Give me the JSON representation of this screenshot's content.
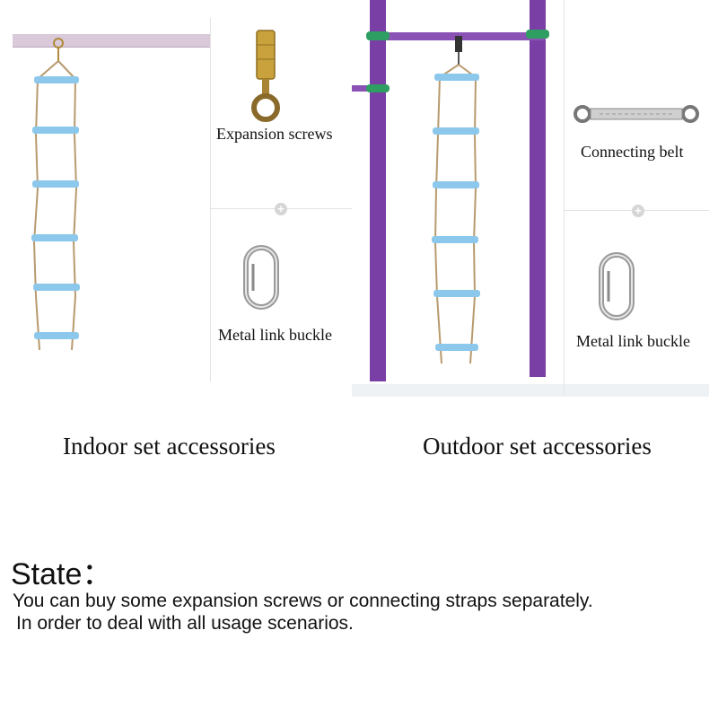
{
  "indoor": {
    "caption_screws": "Expansion screws",
    "caption_buckle": "Metal link buckle",
    "title": "Indoor set accessories"
  },
  "outdoor": {
    "caption_belt": "Connecting belt",
    "caption_buckle": "Metal link buckle",
    "title": "Outdoor set accessories"
  },
  "state": {
    "heading": "State：",
    "line1": "You can buy some expansion screws or connecting straps separately.",
    "line2": "In order to deal with all usage scenarios."
  },
  "colors": {
    "rung": "#8cc8ec",
    "rope": "#b89a6e",
    "pole": "#7a3fa5",
    "ceiling": "#d9c9d9"
  },
  "icons": [
    "ladder-illustration",
    "expansion-screw-icon",
    "carabiner-icon",
    "connecting-belt-icon",
    "plus-icon"
  ]
}
